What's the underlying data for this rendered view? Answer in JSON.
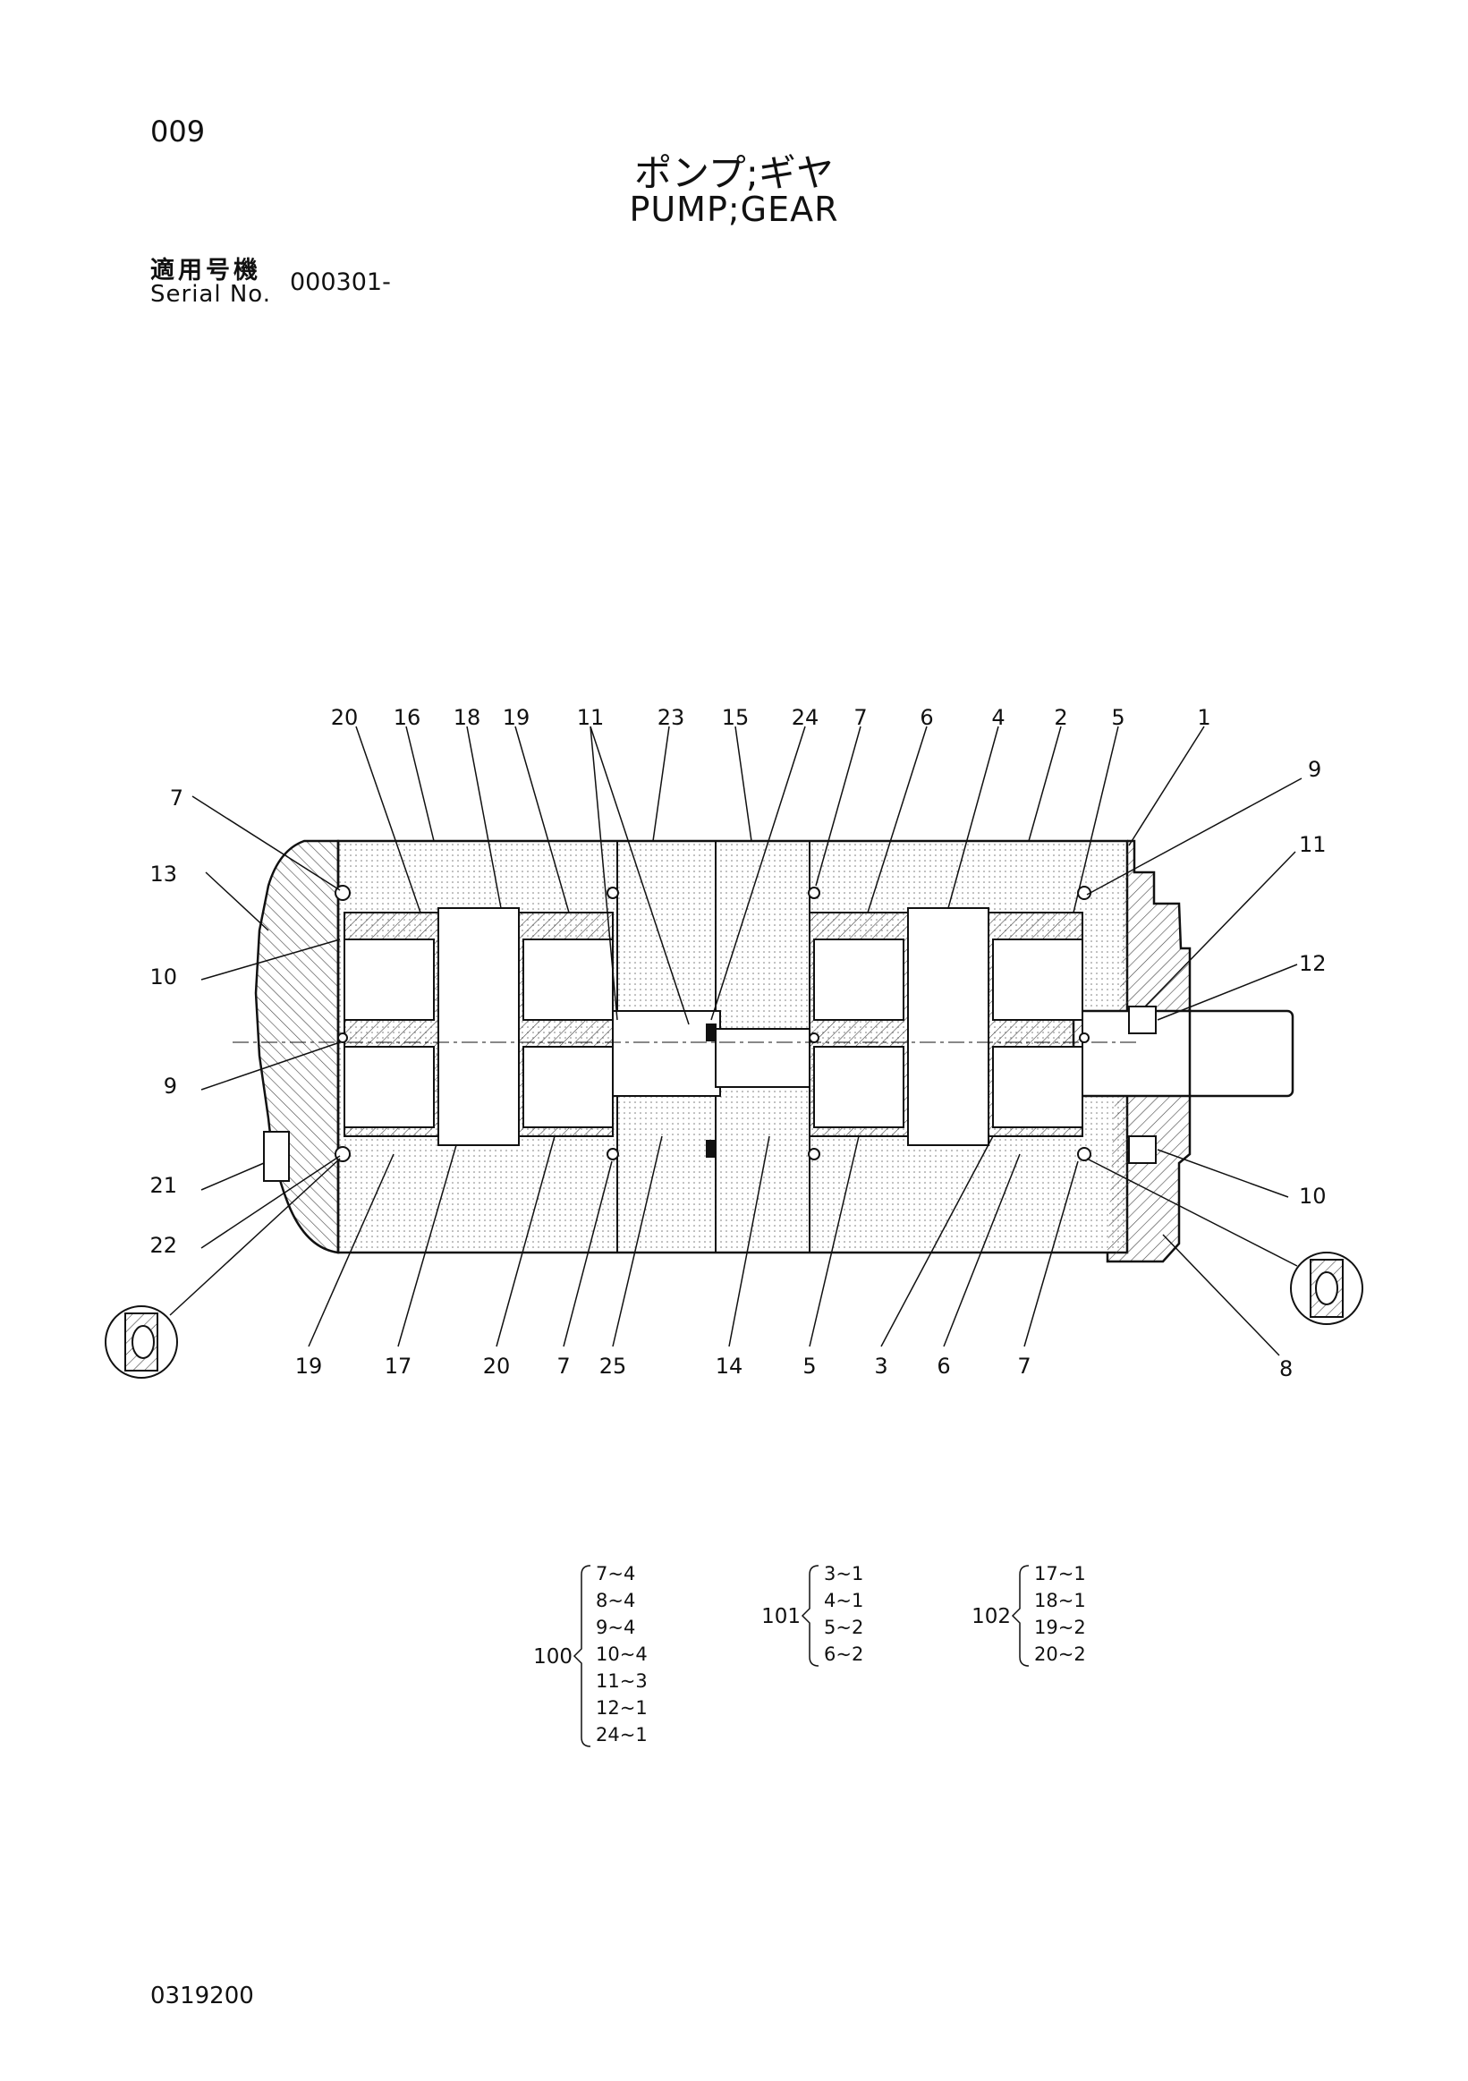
{
  "header": {
    "page_number": "009",
    "title_jp": "ポンプ;ギヤ",
    "title_en": "PUMP;GEAR",
    "serial_label_jp": "適用号機",
    "serial_label_en": "Serial No.",
    "serial_value": "000301-"
  },
  "callouts_top": [
    "20",
    "16",
    "18",
    "19",
    "11",
    "23",
    "15",
    "24",
    "7",
    "6",
    "4",
    "2",
    "5",
    "1"
  ],
  "callouts_left": [
    "7",
    "13",
    "10",
    "9",
    "21",
    "22"
  ],
  "callouts_right": [
    "9",
    "11",
    "12",
    "10",
    "8"
  ],
  "callouts_bottom": [
    "19",
    "17",
    "20",
    "7",
    "25",
    "14",
    "5",
    "3",
    "6",
    "7"
  ],
  "kits": [
    {
      "id": "100",
      "items": [
        "7~4",
        "8~4",
        "9~4",
        "10~4",
        "11~3",
        "12~1",
        "24~1"
      ]
    },
    {
      "id": "101",
      "items": [
        "3~1",
        "4~1",
        "5~2",
        "6~2"
      ]
    },
    {
      "id": "102",
      "items": [
        "17~1",
        "18~1",
        "19~2",
        "20~2"
      ]
    }
  ],
  "footer": {
    "doc_code": "0319200"
  }
}
